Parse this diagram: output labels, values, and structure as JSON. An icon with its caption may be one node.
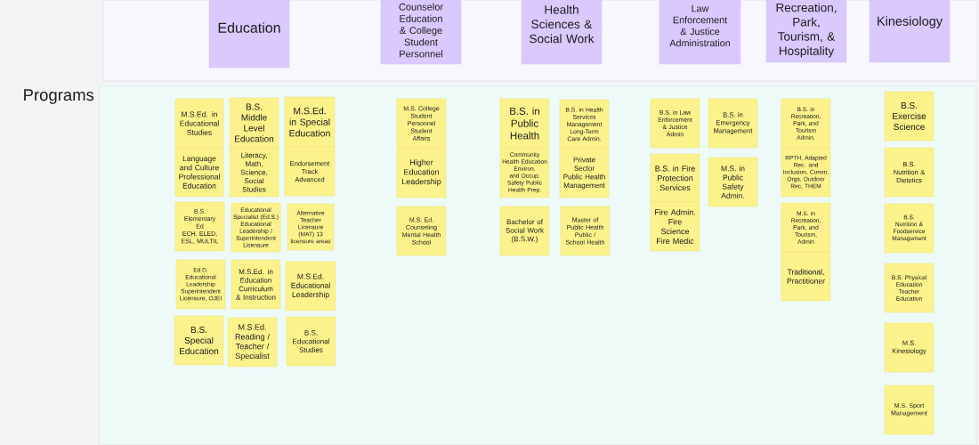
{
  "diagram": {
    "nodes": [
      {
        "text": [],
        "shape": "box"
      },
      {
        "text": [
          "Education"
        ],
        "in": 0
      },
      {
        "text": [
          "Counselor Education & College Student Personnel"
        ],
        "in": 0
      },
      {
        "text": [
          "Health Sciences & Social Work"
        ],
        "in": 0
      },
      {
        "text": [
          "Law Enforcement & Justice Administration"
        ],
        "in": 0
      },
      {
        "text": [
          "Recreation, Park, Tourism, & Hospitality"
        ],
        "in": 0
      },
      {
        "text": [
          "Kinesiology"
        ],
        "in": 0
      },
      {
        "text": [
          "Programs"
        ]
      },
      {
        "text": [
          "M.S.Ed. in Educational Studies"
        ],
        "in": 7
      },
      {
        "text": [
          "B.S. Middle Level Education"
        ],
        "in": 7
      },
      {
        "text": [
          "M.S.Ed. in Special Education"
        ],
        "in": 7
      },
      {
        "text": [
          "Language and Culture Professional Education"
        ],
        "in": 7
      },
      {
        "text": [
          "Literacy, Math, Science, Social Studies"
        ],
        "in": 7
      },
      {
        "text": [
          "Endorsement Track Advanced"
        ],
        "in": 7
      },
      {
        "text": [
          "B.S. Elementary Ed",
          "ECH, ELED, ESL, MULTIL"
        ],
        "in": 7
      },
      {
        "text": [
          "Educational Specialist (Ed.S.) Educational Leadership / Superintendent Licensure"
        ],
        "in": 7
      },
      {
        "text": [
          "Alternative Teacher Licensure (MAT) 13 licensure areas"
        ],
        "in": 7
      },
      {
        "text": [
          "Ed.D. Educational Leadership Superintendent Licensure, OJEI"
        ],
        "in": 7
      },
      {
        "text": [
          "M.S.Ed. in Education Curriculum & Instruction"
        ],
        "in": 7
      },
      {
        "text": [
          "M.S.Ed. Educational Leadership"
        ],
        "in": 7
      },
      {
        "text": [
          "B.S. Special Education"
        ],
        "in": 7
      },
      {
        "text": [
          "M.S.Ed. Reading / Teacher / Specialist"
        ],
        "in": 7
      },
      {
        "text": [
          "B.S. Educational Studies"
        ],
        "in": 7
      },
      {
        "text": [
          "M.S. College Student Personnel Student Affairs"
        ],
        "in": 7
      },
      {
        "text": [
          "Higher Education Leadership"
        ],
        "in": 7
      },
      {
        "text": [
          "M.S. Ed. Counseling Mental Health School"
        ],
        "in": 7
      },
      {
        "text": [
          "B.S. in Public Health"
        ],
        "in": 7
      },
      {
        "text": [
          "B.S. in Health Services Management Long-Term Care Admin."
        ],
        "in": 7
      },
      {
        "text": [
          "Community Health Education Environ. and Occup. Safety Public Health Prep."
        ],
        "in": 7
      },
      {
        "text": [
          "Private Sector Public Health Management"
        ],
        "in": 7
      },
      {
        "text": [
          "Bachelor of Social Work (B.S.W.)"
        ],
        "in": 7
      },
      {
        "text": [
          "Master of Public Health Public / School Health"
        ],
        "in": 7
      },
      {
        "text": [
          "B.S. in Law Enforcement & Justice Admin"
        ],
        "in": 7
      },
      {
        "text": [
          "B.S. in Emergency Management"
        ],
        "in": 7
      },
      {
        "text": [
          "B.S. in Fire Protection Services"
        ],
        "in": 7
      },
      {
        "text": [
          "M.S. in Public Safety Admin."
        ],
        "in": 7
      },
      {
        "text": [
          "Fire Admin. Fire Science Fire Medic"
        ],
        "in": 7
      },
      {
        "text": [
          "B.S. in Recreation, Park, and Tourism Admin."
        ],
        "in": 7
      },
      {
        "text": [
          "RPTH, Adapted Rec. and Inclusion, Comm. Orgs, Outdoor Rec, THEM"
        ],
        "in": 7
      },
      {
        "text": [
          "M.S. in Recreation, Park, and Tourism, Admin"
        ],
        "in": 7
      },
      {
        "text": [
          "Traditional, Practitioner"
        ],
        "in": 7
      },
      {
        "text": [
          "B.S. Exercise Science"
        ],
        "in": 7
      },
      {
        "text": [
          "B.S. Nutrition & Dietetics"
        ],
        "in": 7
      },
      {
        "text": [
          "B.S. Nutrition & Foodservice Management"
        ],
        "in": 7
      },
      {
        "text": [
          "B.S. Physical Education Teacher Education"
        ],
        "in": 7
      },
      {
        "text": [
          "M.S. Kinesiology"
        ],
        "in": 7
      },
      {
        "text": [
          "M.S. Sport Management"
        ],
        "in": 7
      }
    ]
  }
}
